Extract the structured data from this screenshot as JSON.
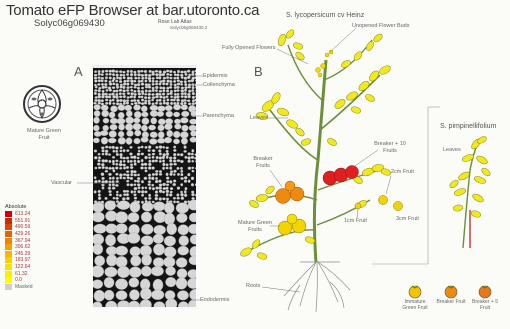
{
  "header": {
    "title": "Tomato eFP Browser at bar.utoronto.ca",
    "gene_id": "Solyc06g069430",
    "atlas": "Rose Lab Atlas",
    "gene_id_small": "Solyc06g069430.2"
  },
  "panel_a": {
    "letter": "A",
    "icon_caption": "Mature Green Fruit",
    "labels": {
      "epidermis": "Epidermis",
      "collenchyma": "Collenchyma",
      "parenchyma": "Parenchyma",
      "vascular": "Vascular",
      "endodermis": "Endodermis"
    }
  },
  "panel_b": {
    "letter": "B",
    "species": "S. lycopersicum cv Heinz",
    "labels": {
      "unopened_flower_buds": "Unopened Flower Buds",
      "fully_opened_flowers": "Fully Opened Flowers",
      "leaves": "Leaves",
      "breaker_fruits": "Breaker Fruits",
      "breaker_10_fruits": "Breaker + 10 Fruits",
      "fruit_2cm": "2cm Fruit",
      "fruit_1cm": "1cm Fruit",
      "fruit_3cm": "3cm Fruit",
      "mature_green_fruits": "Mature Green Fruits",
      "roots": "Roots"
    }
  },
  "panel_c": {
    "species": "S. pimpinellifolium",
    "leaves": "Leaves"
  },
  "bottom_icons": [
    {
      "label": "Immature Green Fruit",
      "color": "#f5c400"
    },
    {
      "label": "Breaker Fruit",
      "color": "#ef8a10"
    },
    {
      "label": "Breaker + 5 Fruit",
      "color": "#e8771a"
    }
  ],
  "legend": {
    "title": "Absolute",
    "entries": [
      {
        "value": "613.24",
        "color": "#d40000"
      },
      {
        "value": "551.91",
        "color": "#dc2200"
      },
      {
        "value": "490.59",
        "color": "#e34400"
      },
      {
        "value": "429.26",
        "color": "#e86400"
      },
      {
        "value": "367.94",
        "color": "#ee8400"
      },
      {
        "value": "306.62",
        "color": "#f3a000"
      },
      {
        "value": "245.29",
        "color": "#f6b900"
      },
      {
        "value": "183.97",
        "color": "#f9cf00"
      },
      {
        "value": "122.64",
        "color": "#fbe000"
      },
      {
        "value": "61.32",
        "color": "#fdef00"
      },
      {
        "value": "0.0",
        "color": "#fffb00"
      },
      {
        "value": "Masked",
        "color": "#cfcfcf"
      }
    ]
  },
  "colors": {
    "leaf_yellow": "#f2e81c",
    "tomato_red": "#e02020",
    "breaker_orange": "#ef8a10",
    "green_fruit_yellow": "#f3d400",
    "tissue_cell": "#d6d6d6"
  }
}
